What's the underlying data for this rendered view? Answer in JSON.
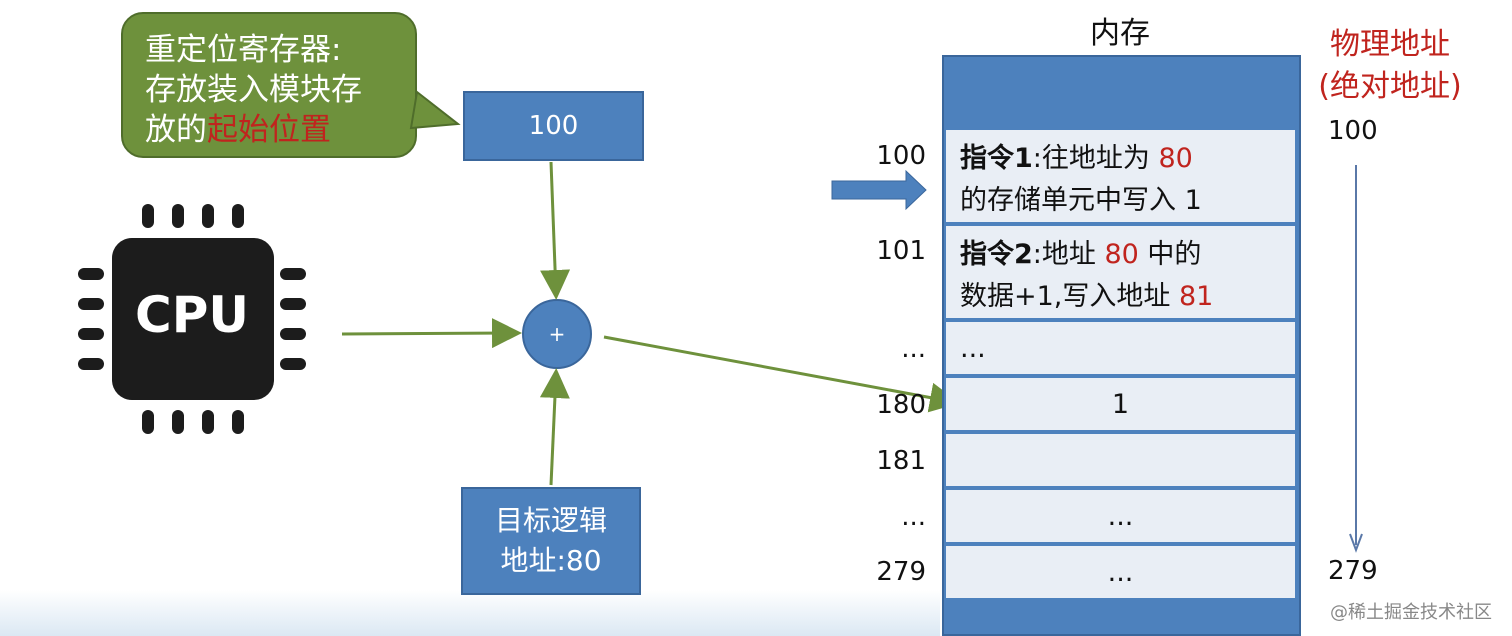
{
  "callout": {
    "line1": "重定位寄存器:",
    "line2": "存放装入模块存",
    "line3_prefix": "放的",
    "line3_highlight": "起始位置"
  },
  "relocation_register_value": "100",
  "adder_symbol": "+",
  "cpu_label": "CPU",
  "logical_address": {
    "line1": "目标逻辑",
    "line2": "地址:80"
  },
  "memory": {
    "title": "内存",
    "physical_title_line1": "物理地址",
    "physical_title_line2": "(绝对地址)",
    "rows": [
      {
        "addr": "100",
        "content": [
          "指令1",
          ":往地址为 ",
          "80",
          "的存储单元中写入 1"
        ]
      },
      {
        "addr": "101",
        "content": [
          "指令2",
          ":地址 ",
          "80",
          " 中的",
          "数据+1,写入地址 ",
          "81"
        ]
      },
      {
        "addr": "...",
        "content": "..."
      },
      {
        "addr": "180",
        "content": "1"
      },
      {
        "addr": "181",
        "content": ""
      },
      {
        "addr": "...",
        "content": "..."
      },
      {
        "addr": "279",
        "content": "..."
      }
    ],
    "physical_start": "100",
    "physical_end": "279"
  },
  "colors": {
    "green": "#6e913c",
    "blue": "#4d81bd",
    "red": "#c0241e",
    "arrow": "#6e913c"
  },
  "watermark": "@稀土掘金技术社区"
}
